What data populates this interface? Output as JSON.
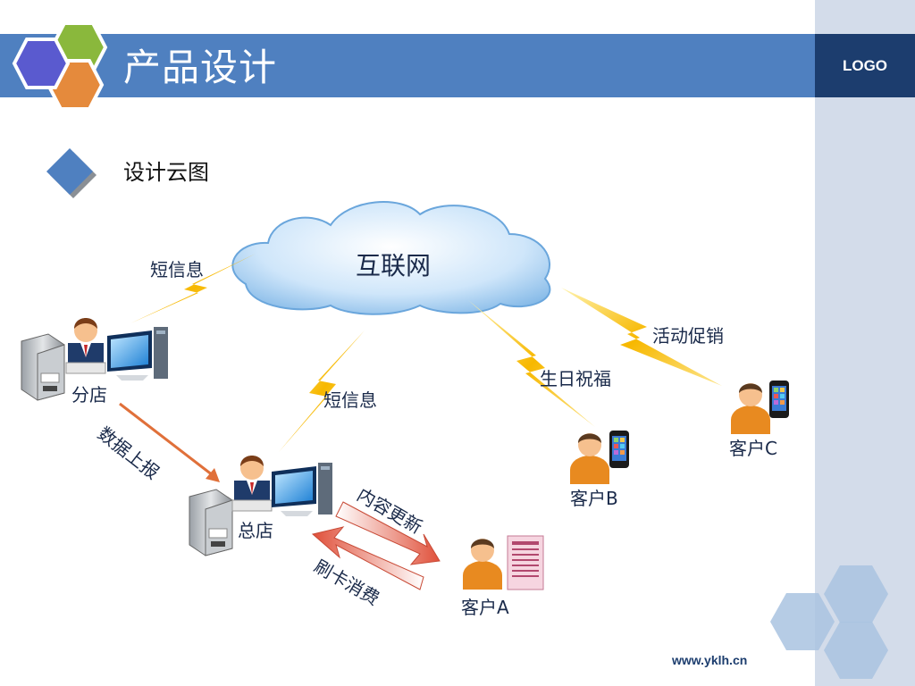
{
  "header": {
    "title": "产品设计",
    "logo": "LOGO"
  },
  "section": {
    "subtitle": "设计云图"
  },
  "diagram": {
    "cloud_label": "互联网",
    "nodes": {
      "branch": "分店",
      "hq": "总店",
      "customer_a": "客户A",
      "customer_b": "客户B",
      "customer_c": "客户C"
    },
    "links": {
      "sms_branch": "短信息",
      "sms_hq": "短信息",
      "birthday": "生日祝福",
      "promo": "活动促销",
      "data_report": "数据上报",
      "content_update": "内容更新",
      "card_consume": "刷卡消费"
    }
  },
  "footer": {
    "url": "www.yklh.cn"
  },
  "colors": {
    "band": "#4f80c0",
    "logo_bg": "#1c3d6e",
    "sidebar": "#d3dcea",
    "hex_purple": "#5a5acf",
    "hex_green": "#8ab83c",
    "hex_orange": "#e58a3c",
    "bolt": "#f5b400",
    "arrow_orange": "#e0703a"
  }
}
